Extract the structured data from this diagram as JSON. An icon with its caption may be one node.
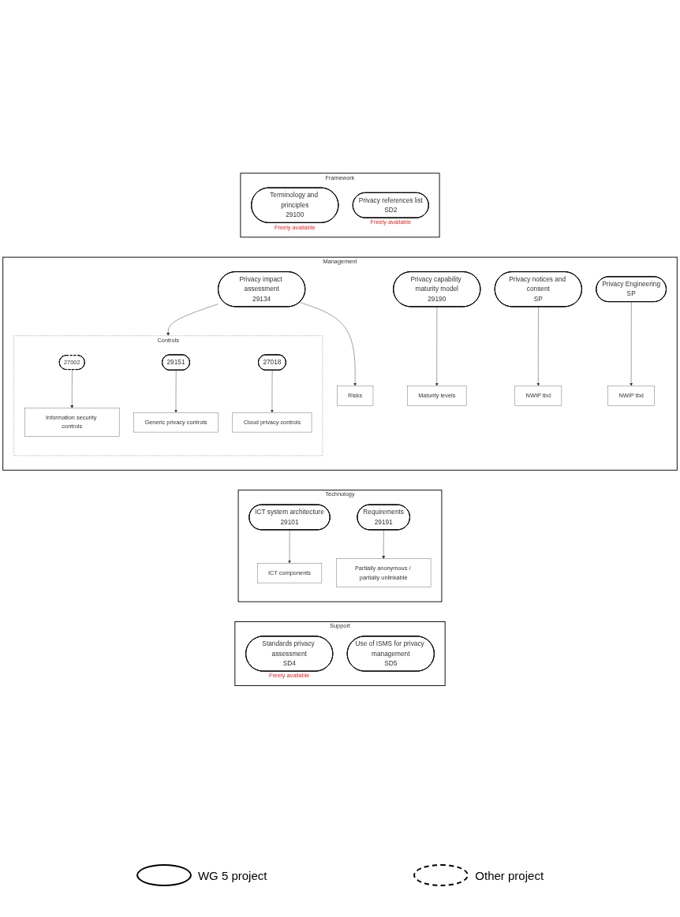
{
  "diagram": {
    "nodes": [
      {
        "text": [
          "Framework"
        ]
      },
      {
        "text": [
          "Terminology and principles",
          "29100"
        ],
        "in": 0,
        "beside": [
          "Freely available"
        ]
      },
      {
        "text": [
          "Privacy references list",
          "SD2"
        ],
        "in": 0,
        "beside": [
          "Freely available"
        ]
      },
      {
        "text": [
          "Management"
        ]
      },
      {
        "text": [
          "Privacy impact assessment",
          "29134"
        ],
        "in": 3
      },
      {
        "text": [
          "Risks"
        ],
        "in": 3
      },
      {
        "text": [
          "Privacy capability maturity model",
          "29190"
        ],
        "in": 3
      },
      {
        "text": [
          "Maturity levels"
        ],
        "in": 3
      },
      {
        "text": [
          "Privacy notices and consent",
          "SP"
        ],
        "in": 3
      },
      {
        "text": [
          "NWIP tbd"
        ],
        "in": 3
      },
      {
        "text": [
          "Controls"
        ],
        "in": 3
      },
      {
        "text": [
          "27002"
        ],
        "in": 10
      },
      {
        "text": [
          "Information security controls"
        ],
        "in": 10
      },
      {
        "text": [
          "29151"
        ],
        "in": 10
      },
      {
        "text": [
          "Generic privacy controls"
        ],
        "in": 10
      },
      {
        "text": [
          "27018"
        ],
        "in": 10
      },
      {
        "text": [
          "Cloud privacy controls"
        ],
        "in": 10
      },
      {
        "text": [
          "Privacy Engineering",
          "SP"
        ],
        "in": 3
      },
      {
        "text": [
          "NWIP tbd"
        ],
        "in": 3
      },
      {
        "text": [
          "Technology"
        ]
      },
      {
        "text": [
          "ICT system architecture",
          "29101"
        ],
        "in": 19
      },
      {
        "text": [
          "ICT components"
        ],
        "in": 19
      },
      {
        "text": [
          "Requirements",
          "29191"
        ],
        "in": 19
      },
      {
        "text": [
          "Partially anonymous / partially unlinkable"
        ],
        "in": 19
      },
      {
        "text": [
          "Support"
        ]
      },
      {
        "text": [
          "Standards privacy assessment",
          "SD4"
        ],
        "in": 24,
        "beside": [
          "Freely available"
        ]
      },
      {
        "text": [
          "Use of ISMS for privacy management",
          "SD5"
        ],
        "in": 24
      }
    ],
    "edges": [
      {
        "from": 4,
        "to": 5,
        "arrow": "to"
      },
      {
        "from": 4,
        "to": 10,
        "arrow": "to"
      },
      {
        "from": 6,
        "to": 7,
        "arrow": "to"
      },
      {
        "from": 8,
        "to": 9,
        "arrow": "to"
      },
      {
        "from": 11,
        "to": 12,
        "arrow": "to"
      },
      {
        "from": 13,
        "to": 14,
        "arrow": "to"
      },
      {
        "from": 15,
        "to": 16,
        "arrow": "to"
      },
      {
        "from": 17,
        "to": 18,
        "arrow": "to"
      },
      {
        "from": 20,
        "to": 21,
        "arrow": "to"
      },
      {
        "from": 22,
        "to": 23,
        "arrow": "to"
      }
    ],
    "legend": [
      {
        "text": "WG 5 project"
      },
      {
        "text": "Other project"
      }
    ]
  }
}
